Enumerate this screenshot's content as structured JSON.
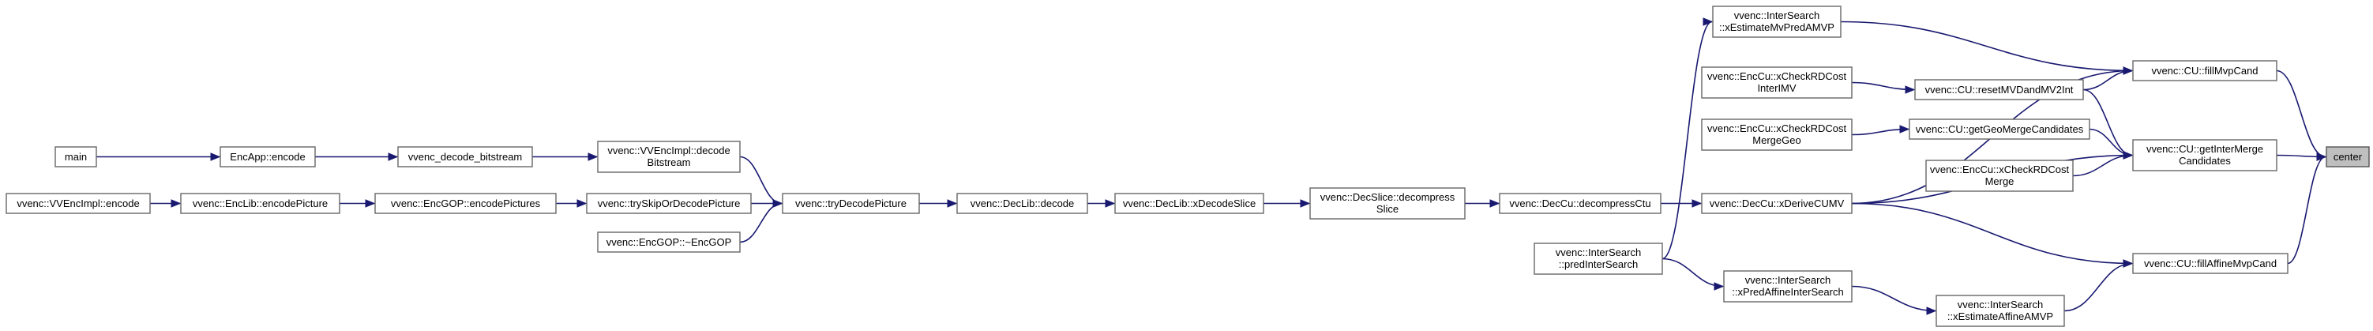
{
  "graph": {
    "nodes": [
      {
        "id": "main",
        "lines": [
          "main"
        ],
        "highlight": false
      },
      {
        "id": "vvencimpl_encode",
        "lines": [
          "vvenc::VVEncImpl::encode"
        ],
        "highlight": false
      },
      {
        "id": "encapp_encode",
        "lines": [
          "EncApp::encode"
        ],
        "highlight": false
      },
      {
        "id": "enclib_encodepicture",
        "lines": [
          "vvenc::EncLib::encodePicture"
        ],
        "highlight": false
      },
      {
        "id": "vvenc_decode_bitstream",
        "lines": [
          "vvenc_decode_bitstream"
        ],
        "highlight": false
      },
      {
        "id": "encgop_encodepictures",
        "lines": [
          "vvenc::EncGOP::encodePictures"
        ],
        "highlight": false
      },
      {
        "id": "vvencimpl_decodebitstream",
        "lines": [
          "vvenc::VVEncImpl::decode",
          "Bitstream"
        ],
        "highlight": false
      },
      {
        "id": "tryskiporecode",
        "lines": [
          "vvenc::trySkipOrDecodePicture"
        ],
        "highlight": false
      },
      {
        "id": "encgop_dtor",
        "lines": [
          "vvenc::EncGOP::~EncGOP"
        ],
        "highlight": false
      },
      {
        "id": "trydecodepicture",
        "lines": [
          "vvenc::tryDecodePicture"
        ],
        "highlight": false
      },
      {
        "id": "declib_decode",
        "lines": [
          "vvenc::DecLib::decode"
        ],
        "highlight": false
      },
      {
        "id": "declib_xdecodeslice",
        "lines": [
          "vvenc::DecLib::xDecodeSlice"
        ],
        "highlight": false
      },
      {
        "id": "decslice_decompress",
        "lines": [
          "vvenc::DecSlice::decompress",
          "Slice"
        ],
        "highlight": false
      },
      {
        "id": "deccu_decompressctu",
        "lines": [
          "vvenc::DecCu::decompressCtu"
        ],
        "highlight": false
      },
      {
        "id": "intersearch_xestmvpredamvp",
        "lines": [
          "vvenc::InterSearch",
          "::xEstimateMvPredAMVP"
        ],
        "highlight": false
      },
      {
        "id": "enccu_xcheckrdcostinterimv",
        "lines": [
          "vvenc::EncCu::xCheckRDCost",
          "InterIMV"
        ],
        "highlight": false
      },
      {
        "id": "enccu_xcheckrdcostmergegeo",
        "lines": [
          "vvenc::EncCu::xCheckRDCost",
          "MergeGeo"
        ],
        "highlight": false
      },
      {
        "id": "deccu_xderivecumv",
        "lines": [
          "vvenc::DecCu::xDeriveCUMV"
        ],
        "highlight": false
      },
      {
        "id": "intersearch_predintersearch",
        "lines": [
          "vvenc::InterSearch",
          "::predInterSearch"
        ],
        "highlight": false
      },
      {
        "id": "cu_resetmvdandmv2int",
        "lines": [
          "vvenc::CU::resetMVDandMV2Int"
        ],
        "highlight": false
      },
      {
        "id": "cu_getgeomergecandidates",
        "lines": [
          "vvenc::CU::getGeoMergeCandidates"
        ],
        "highlight": false
      },
      {
        "id": "enccu_xcheckrdcostmerge",
        "lines": [
          "vvenc::EncCu::xCheckRDCost",
          "Merge"
        ],
        "highlight": false
      },
      {
        "id": "intersearch_xpredaffineintersearch",
        "lines": [
          "vvenc::InterSearch",
          "::xPredAffineInterSearch"
        ],
        "highlight": false
      },
      {
        "id": "intersearch_xestaffineamvp",
        "lines": [
          "vvenc::InterSearch",
          "::xEstimateAffineAMVP"
        ],
        "highlight": false
      },
      {
        "id": "cu_fillmvpcand",
        "lines": [
          "vvenc::CU::fillMvpCand"
        ],
        "highlight": false
      },
      {
        "id": "cu_getintermergecandidates",
        "lines": [
          "vvenc::CU::getInterMerge",
          "Candidates"
        ],
        "highlight": false
      },
      {
        "id": "cu_fillaffinemvpcand",
        "lines": [
          "vvenc::CU::fillAffineMvpCand"
        ],
        "highlight": false
      },
      {
        "id": "center",
        "lines": [
          "center"
        ],
        "highlight": true
      }
    ],
    "edges": [
      {
        "from": "main",
        "to": "encapp_encode"
      },
      {
        "from": "encapp_encode",
        "to": "vvenc_decode_bitstream"
      },
      {
        "from": "vvenc_decode_bitstream",
        "to": "vvencimpl_decodebitstream"
      },
      {
        "from": "vvencimpl_encode",
        "to": "enclib_encodepicture"
      },
      {
        "from": "enclib_encodepicture",
        "to": "encgop_encodepictures"
      },
      {
        "from": "encgop_encodepictures",
        "to": "tryskiporecode"
      },
      {
        "from": "vvencimpl_decodebitstream",
        "to": "trydecodepicture"
      },
      {
        "from": "tryskiporecode",
        "to": "trydecodepicture"
      },
      {
        "from": "encgop_dtor",
        "to": "trydecodepicture"
      },
      {
        "from": "trydecodepicture",
        "to": "declib_decode"
      },
      {
        "from": "declib_decode",
        "to": "declib_xdecodeslice"
      },
      {
        "from": "declib_xdecodeslice",
        "to": "decslice_decompress"
      },
      {
        "from": "decslice_decompress",
        "to": "deccu_decompressctu"
      },
      {
        "from": "deccu_decompressctu",
        "to": "deccu_xderivecumv"
      },
      {
        "from": "intersearch_predintersearch",
        "to": "intersearch_xestmvpredamvp"
      },
      {
        "from": "intersearch_predintersearch",
        "to": "intersearch_xpredaffineintersearch"
      },
      {
        "from": "enccu_xcheckrdcostinterimv",
        "to": "cu_resetmvdandmv2int"
      },
      {
        "from": "enccu_xcheckrdcostmergegeo",
        "to": "cu_getgeomergecandidates"
      },
      {
        "from": "intersearch_xpredaffineintersearch",
        "to": "intersearch_xestaffineamvp"
      },
      {
        "from": "intersearch_xestmvpredamvp",
        "to": "cu_fillmvpcand"
      },
      {
        "from": "cu_resetmvdandmv2int",
        "to": "cu_fillmvpcand"
      },
      {
        "from": "deccu_xderivecumv",
        "to": "cu_fillmvpcand"
      },
      {
        "from": "cu_resetmvdandmv2int",
        "to": "cu_getintermergecandidates"
      },
      {
        "from": "cu_getgeomergecandidates",
        "to": "cu_getintermergecandidates"
      },
      {
        "from": "enccu_xcheckrdcostmerge",
        "to": "cu_getintermergecandidates"
      },
      {
        "from": "deccu_xderivecumv",
        "to": "cu_getintermergecandidates"
      },
      {
        "from": "deccu_xderivecumv",
        "to": "cu_fillaffinemvpcand"
      },
      {
        "from": "intersearch_xestaffineamvp",
        "to": "cu_fillaffinemvpcand"
      },
      {
        "from": "cu_fillmvpcand",
        "to": "center"
      },
      {
        "from": "cu_getintermergecandidates",
        "to": "center"
      },
      {
        "from": "cu_fillaffinemvpcand",
        "to": "center"
      }
    ]
  }
}
